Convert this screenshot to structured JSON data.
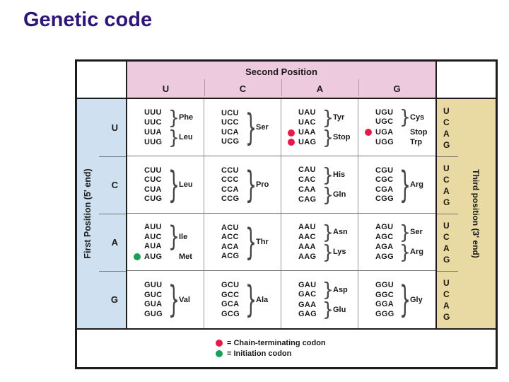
{
  "title": "Genetic code",
  "colors": {
    "pink_header": "#eecade",
    "blue_band": "#cfe1f0",
    "tan_band": "#e9d9a2",
    "red_dot": "#e81947",
    "green_dot": "#15a156",
    "title_text": "#2e1578"
  },
  "header": {
    "second_position": "Second Position",
    "columns": [
      "U",
      "C",
      "A",
      "G"
    ],
    "first_position": "First Position (5' end)",
    "third_position": "Third position (3' end)",
    "third_letters": [
      "U",
      "C",
      "A",
      "G"
    ]
  },
  "rows": [
    {
      "first": "U",
      "cells": [
        {
          "groups": [
            {
              "codons": [
                "UUU",
                "UUC"
              ],
              "brace": true,
              "label": "Phe"
            },
            {
              "codons": [
                "UUA",
                "UUG"
              ],
              "brace": true,
              "label": "Leu"
            }
          ]
        },
        {
          "groups": [
            {
              "codons": [
                "UCU",
                "UCC",
                "UCA",
                "UCG"
              ],
              "brace": true,
              "label": "Ser"
            }
          ]
        },
        {
          "groups": [
            {
              "codons": [
                "UAU",
                "UAC"
              ],
              "brace": true,
              "label": "Tyr"
            },
            {
              "codons": [
                "UAA",
                "UAG"
              ],
              "dots": [
                "red",
                "red"
              ],
              "brace": true,
              "label": "Stop"
            }
          ]
        },
        {
          "groups": [
            {
              "codons": [
                "UGU",
                "UGC"
              ],
              "brace": true,
              "label": "Cys"
            },
            {
              "codons": [
                "UGA"
              ],
              "dots": [
                "red"
              ],
              "brace": false,
              "label": "Stop"
            },
            {
              "codons": [
                "UGG"
              ],
              "brace": false,
              "label": "Trp"
            }
          ]
        }
      ]
    },
    {
      "first": "C",
      "cells": [
        {
          "groups": [
            {
              "codons": [
                "CUU",
                "CUC",
                "CUA",
                "CUG"
              ],
              "brace": true,
              "label": "Leu"
            }
          ]
        },
        {
          "groups": [
            {
              "codons": [
                "CCU",
                "CCC",
                "CCA",
                "CCG"
              ],
              "brace": true,
              "label": "Pro"
            }
          ]
        },
        {
          "groups": [
            {
              "codons": [
                "CAU",
                "CAC"
              ],
              "brace": true,
              "label": "His"
            },
            {
              "codons": [
                "CAA",
                "CAG"
              ],
              "brace": true,
              "label": "Gln"
            }
          ]
        },
        {
          "groups": [
            {
              "codons": [
                "CGU",
                "CGC",
                "CGA",
                "CGG"
              ],
              "brace": true,
              "label": "Arg"
            }
          ]
        }
      ]
    },
    {
      "first": "A",
      "cells": [
        {
          "groups": [
            {
              "codons": [
                "AUU",
                "AUC",
                "AUA"
              ],
              "brace": true,
              "label": "Ile"
            },
            {
              "codons": [
                "AUG"
              ],
              "dots": [
                "green"
              ],
              "brace": false,
              "label": "Met"
            }
          ]
        },
        {
          "groups": [
            {
              "codons": [
                "ACU",
                "ACC",
                "ACA",
                "ACG"
              ],
              "brace": true,
              "label": "Thr"
            }
          ]
        },
        {
          "groups": [
            {
              "codons": [
                "AAU",
                "AAC"
              ],
              "brace": true,
              "label": "Asn"
            },
            {
              "codons": [
                "AAA",
                "AAG"
              ],
              "brace": true,
              "label": "Lys"
            }
          ]
        },
        {
          "groups": [
            {
              "codons": [
                "AGU",
                "AGC"
              ],
              "brace": true,
              "label": "Ser"
            },
            {
              "codons": [
                "AGA",
                "AGG"
              ],
              "brace": true,
              "label": "Arg"
            }
          ]
        }
      ]
    },
    {
      "first": "G",
      "cells": [
        {
          "groups": [
            {
              "codons": [
                "GUU",
                "GUC",
                "GUA",
                "GUG"
              ],
              "brace": true,
              "label": "Val"
            }
          ]
        },
        {
          "groups": [
            {
              "codons": [
                "GCU",
                "GCC",
                "GCA",
                "GCG"
              ],
              "brace": true,
              "label": "Ala"
            }
          ]
        },
        {
          "groups": [
            {
              "codons": [
                "GAU",
                "GAC"
              ],
              "brace": true,
              "label": "Asp"
            },
            {
              "codons": [
                "GAA",
                "GAG"
              ],
              "brace": true,
              "label": "Glu"
            }
          ]
        },
        {
          "groups": [
            {
              "codons": [
                "GGU",
                "GGC",
                "GGA",
                "GGG"
              ],
              "brace": true,
              "label": "Gly"
            }
          ]
        }
      ]
    }
  ],
  "legend": [
    {
      "dot": "red",
      "text": "= Chain-terminating codon"
    },
    {
      "dot": "green",
      "text": "= Initiation codon"
    }
  ]
}
